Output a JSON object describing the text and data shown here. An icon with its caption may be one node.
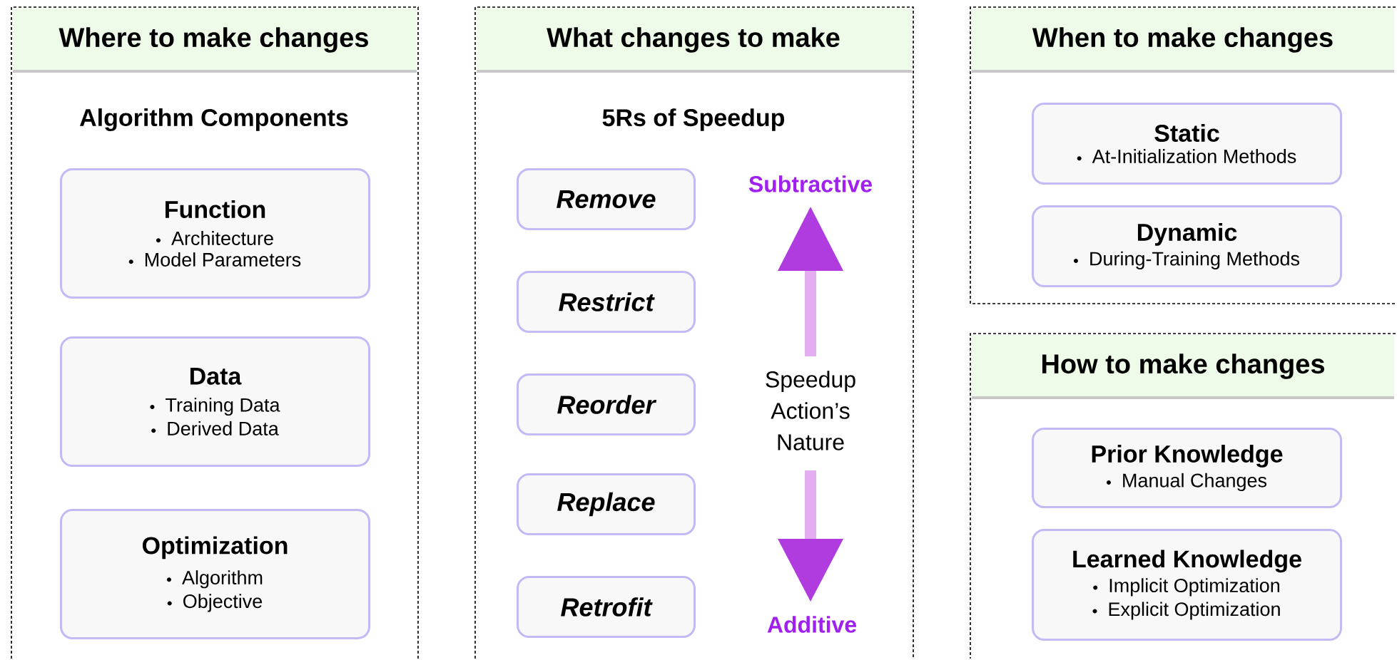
{
  "diagram": {
    "nodes": [
      {
        "text": [
          "Where to make changes",
          "Algorithm Components"
        ]
      },
      {
        "text": [
          "Function",
          "Architecture",
          "Model Parameters"
        ],
        "in": 0
      },
      {
        "text": [
          "Data",
          "Training Data",
          "Derived Data"
        ],
        "in": 0
      },
      {
        "text": [
          "Optimization",
          "Algorithm",
          "Objective"
        ],
        "in": 0
      },
      {
        "text": [
          "What changes to make",
          "5Rs of Speedup"
        ]
      },
      {
        "text": [
          "Remove"
        ],
        "in": 4
      },
      {
        "text": [
          "Restrict"
        ],
        "in": 4
      },
      {
        "text": [
          "Reorder"
        ],
        "in": 4
      },
      {
        "text": [
          "Replace"
        ],
        "in": 4
      },
      {
        "text": [
          "Retrofit"
        ],
        "in": 4
      },
      {
        "text": [
          "When to make changes"
        ]
      },
      {
        "text": [
          "Static",
          "At-Initialization Methods"
        ],
        "in": 10
      },
      {
        "text": [
          "Dynamic",
          "During-Training Methods"
        ],
        "in": 10
      },
      {
        "text": [
          "How to make changes"
        ]
      },
      {
        "text": [
          "Prior Knowledge",
          "Manual Changes"
        ],
        "in": 13
      },
      {
        "text": [
          "Learned Knowledge",
          "Implicit Optimization",
          "Explicit Optimization"
        ],
        "in": 13
      }
    ],
    "labels": [
      "Subtractive",
      "Speedup Action’s Nature",
      "Additive"
    ]
  }
}
